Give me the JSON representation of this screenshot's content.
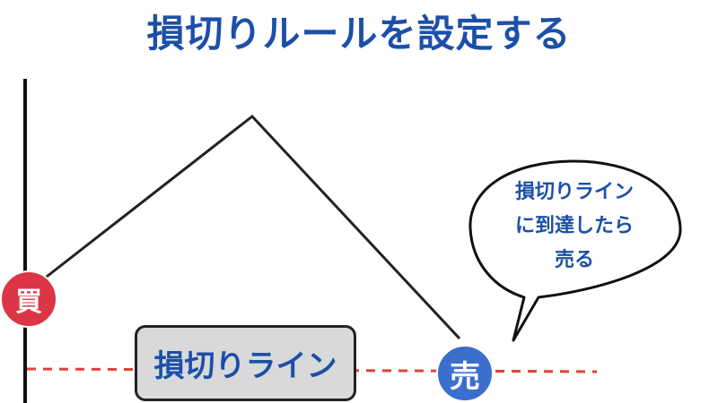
{
  "title": "損切りルールを設定する",
  "buy_label": "買",
  "sell_label": "売",
  "stoploss_label": "損切りライン",
  "bubble_lines": [
    "損切りライン",
    "に到達したら",
    "売る"
  ],
  "colors": {
    "title": "#1b4fa8",
    "buy": "#dc3545",
    "sell": "#3a6fcd",
    "stoploss_line": "#e0403a",
    "box_fill": "#d9d9d9"
  }
}
